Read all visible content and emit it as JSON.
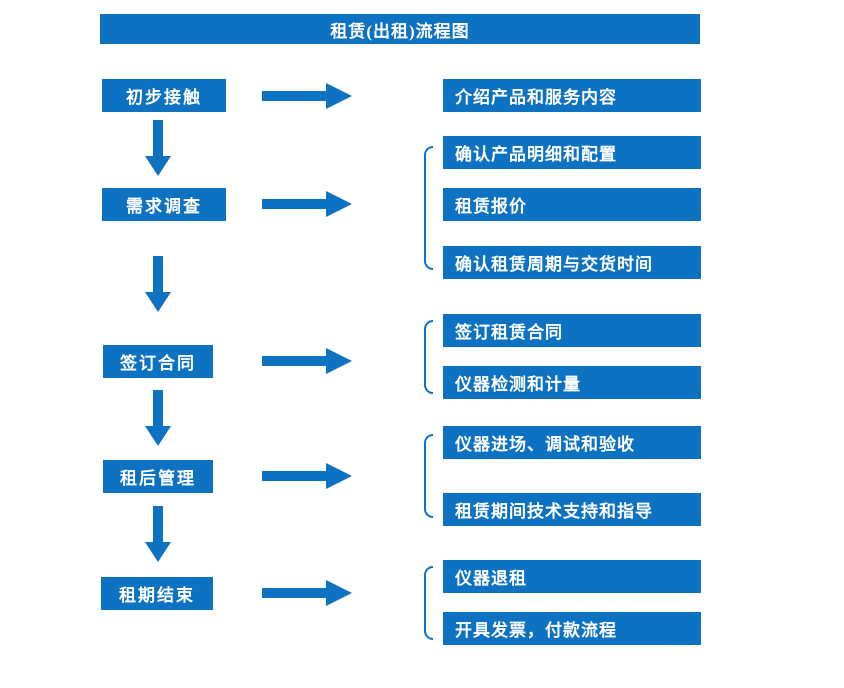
{
  "title": "租赁(出租)流程图",
  "steps": [
    {
      "label": "初步接触",
      "details": [
        "介绍产品和服务内容"
      ]
    },
    {
      "label": "需求调查",
      "details": [
        "确认产品明细和配置",
        "租赁报价",
        "确认租赁周期与交货时间"
      ]
    },
    {
      "label": "签订合同",
      "details": [
        "签订租赁合同",
        "仪器检测和计量"
      ]
    },
    {
      "label": "租后管理",
      "details": [
        "仪器进场、调试和验收",
        "租赁期间技术支持和指导"
      ]
    },
    {
      "label": "租期结束",
      "details": [
        "仪器退租",
        "开具发票，付款流程"
      ]
    }
  ],
  "colors": {
    "box": "#0e72c3",
    "arrow": "#0e72c3",
    "text": "#ffffff",
    "background": "#ffffff"
  }
}
